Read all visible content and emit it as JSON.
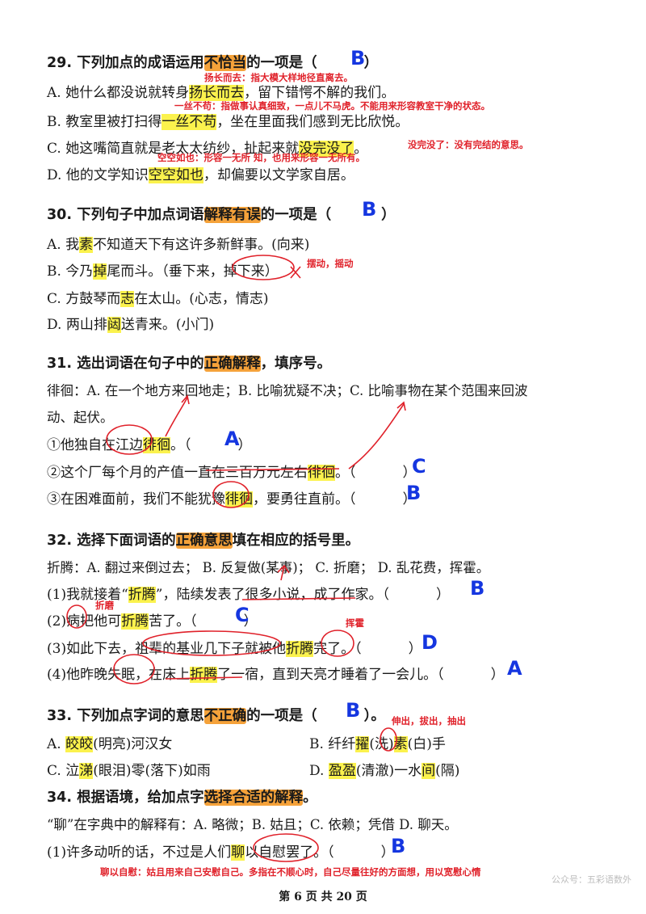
{
  "q29": {
    "title_a": "29. 下列加点的成语运用",
    "title_hl": "不恰当",
    "title_b": "的一项是（",
    "title_c": "）",
    "answer": "B",
    "note_top": "扬长而去：指大模大样地径直离去。",
    "opt_a1": "A. 她什么都没说就转身",
    "opt_a_hl": "扬长而去",
    "opt_a2": "，留下错愕不解的我们。",
    "note_b": "一丝不苟：指做事认真细致，一点儿不马虎。不能用来形容教室干净的状态。",
    "opt_b1": "B. 教室里被打扫得",
    "opt_b_hl": "一丝不苟",
    "opt_b2": "，坐在里面我们感到无比欣悦。",
    "opt_c1": "C. 她这嘴简直就是老太太纺纱，扯起来就",
    "opt_c_hl": "没完没了",
    "opt_c2": "。",
    "note_c": "没完没了：没有完结的意思。",
    "note_d": "空空如也：形容一无所 知，也用来形容一无所有。",
    "opt_d1": "D. 他的文学知识",
    "opt_d_hl": "空空如也",
    "opt_d2": "，却偏要以文学家自居。"
  },
  "q30": {
    "title_a": "30. 下列句子中加点词语",
    "title_hl": "解释有误",
    "title_b": "的一项是（",
    "title_c": "）",
    "answer": "B",
    "opt_a1": "A. 我",
    "opt_a_hl": "素",
    "opt_a2": "不知道天下有这许多新鲜事。(向来)",
    "opt_b1": "B. 今乃",
    "opt_b_hl": "掉",
    "opt_b2": "尾而斗。（垂下来，掉下来）",
    "note_b": "摆动，摇动",
    "opt_c1": "C. 方鼓琴而",
    "opt_c_hl": "志",
    "opt_c2": "在太山。(心志，情志)",
    "opt_d1": "D. 两山排",
    "opt_d_hl": "闼",
    "opt_d2": "送青来。(小门)"
  },
  "q31": {
    "title_a": "31. 选出词语在句子中的",
    "title_hl": "正确解释",
    "title_b": "，填序号。",
    "def1": "徘徊：A. 在一个地方来回地走；B. 比喻犹疑不决；C. 比喻事物在某个范围来回波",
    "def2": "动、起伏。",
    "s1a": "①他独自在江边",
    "s1_hl": "徘徊",
    "s1b": "。（",
    "s1c": "）",
    "s1_ans": "A",
    "s2a": "②这个厂每个月的产值一直在三百万元左右",
    "s2_hl": "徘徊",
    "s2b": "。（",
    "s2c": "）",
    "s2_ans": "C",
    "s3a": "③在困难面前，我们不能犹豫",
    "s3_hl": "徘徊",
    "s3b": "，要勇往直前。（",
    "s3c": "）",
    "s3_ans": "B"
  },
  "q32": {
    "title_a": "32. 选择下面词语的",
    "title_hl": "正确意思",
    "title_b": "填在相应的括号里。",
    "def": "折腾：A. 翻过来倒过去；  B. 反复做(某事)；  C. 折磨；  D. 乱花费，挥霍。",
    "s1a": "(1)我就接着“",
    "s1_hl": "折腾",
    "s1b": "”，陆续发表了很多小说，成了作家。（",
    "s1c": "）",
    "s1_ans": "B",
    "note2": "折磨",
    "s2a": "(2)病把他可",
    "s2_hl": "折腾",
    "s2b": "苦了。（",
    "s2c": "）",
    "s2_ans": "C",
    "note3": "挥霍",
    "s3a": "(3)如此下去，祖辈的基业几下子就被他",
    "s3_hl": "折腾",
    "s3b": "完了。（",
    "s3c": "）",
    "s3_ans": "D",
    "s4a": "(4)他昨晚失眠，在床上",
    "s4_hl": "折腾",
    "s4b": "了一宿，直到天亮才睡着了一会儿。（",
    "s4c": "）",
    "s4_ans": "A"
  },
  "q33": {
    "title_a": "33. 下列加点字词的意思",
    "title_hl": "不正确",
    "title_b": "的一项是（",
    "title_c": "）。",
    "answer": "B",
    "note": "伸出，拔出，抽出",
    "a1": "A. ",
    "a_hl": "皎皎",
    "a2": "(明亮)河汉女",
    "b1": "B. 纤纤",
    "b_hl": "擢",
    "b2": "(洗)",
    "b_hl2": "素",
    "b3": "(白)手",
    "c1": "C. 泣",
    "c_hl": "涕",
    "c2": "(眼泪)零(落下)如雨",
    "d1": "D. ",
    "d_hl": "盈盈",
    "d2": "(清澈)一水",
    "d_hl2": "间",
    "d3": "(隔)"
  },
  "q34": {
    "title_a": "34. 根据语境，给加点字",
    "title_hl": "选择合适的解释",
    "title_b": "。",
    "def": "“聊”在字典中的解释有：A. 略微；B. 姑且；C. 依赖；凭借  D. 聊天。",
    "s1a": "(1)许多动听的话，不过是人们",
    "s1_hl": "聊",
    "s1b": "以自慰罢了。（",
    "s1c": "）",
    "s1_ans": "B",
    "note": "聊以自慰：姑且用来自己安慰自己。多指在不顺心时，自己尽量往好的方面想，用以宽慰心情"
  },
  "footer": "第 6 页 共 20 页",
  "watermark": "公众号：五彩语数外"
}
